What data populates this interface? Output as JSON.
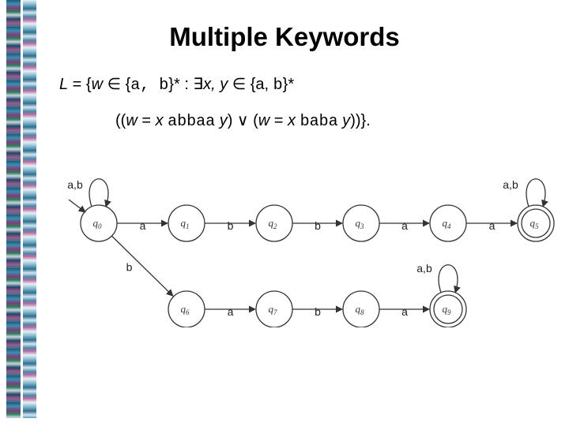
{
  "slide": {
    "title": "Multiple Keywords",
    "formula": {
      "l1_a": "L",
      "l1_b": " = {",
      "l1_c": "w",
      "l1_d": " ∈ {",
      "l1_e": "a, b",
      "l1_f": "}* : ∃",
      "l1_g": "x, y",
      "l1_h": " ∈ {a, ",
      "l1_i": "b",
      "l1_j": "}*",
      "l2_a": "((",
      "l2_b": "w",
      "l2_c": " = ",
      "l2_d": "x ",
      "l2_e": "abbaa",
      "l2_f": " y",
      "l2_g": ") ∨ (",
      "l2_h": "w",
      "l2_i": " =  ",
      "l2_j": "x ",
      "l2_k": "baba",
      "l2_l": " y",
      "l2_m": "))}."
    }
  },
  "diagram": {
    "states": [
      {
        "id": "q0",
        "name": "q",
        "sub": "0",
        "accepting": false,
        "start": true
      },
      {
        "id": "q1",
        "name": "q",
        "sub": "1",
        "accepting": false
      },
      {
        "id": "q2",
        "name": "q",
        "sub": "2",
        "accepting": false
      },
      {
        "id": "q3",
        "name": "q",
        "sub": "3",
        "accepting": false
      },
      {
        "id": "q4",
        "name": "q",
        "sub": "4",
        "accepting": false
      },
      {
        "id": "q5",
        "name": "q",
        "sub": "5",
        "accepting": true
      },
      {
        "id": "q6",
        "name": "q",
        "sub": "6",
        "accepting": false
      },
      {
        "id": "q7",
        "name": "q",
        "sub": "7",
        "accepting": false
      },
      {
        "id": "q8",
        "name": "q",
        "sub": "8",
        "accepting": false
      },
      {
        "id": "q9",
        "name": "q",
        "sub": "9",
        "accepting": true
      }
    ],
    "transitions": [
      {
        "from": "q0",
        "to": "q0",
        "label": "a,b"
      },
      {
        "from": "q0",
        "to": "q1",
        "label": "a"
      },
      {
        "from": "q1",
        "to": "q2",
        "label": "b"
      },
      {
        "from": "q2",
        "to": "q3",
        "label": "b"
      },
      {
        "from": "q3",
        "to": "q4",
        "label": "a"
      },
      {
        "from": "q4",
        "to": "q5",
        "label": "a"
      },
      {
        "from": "q5",
        "to": "q5",
        "label": "a,b"
      },
      {
        "from": "q0",
        "to": "q6",
        "label": "b"
      },
      {
        "from": "q6",
        "to": "q7",
        "label": "a"
      },
      {
        "from": "q7",
        "to": "q8",
        "label": "b"
      },
      {
        "from": "q8",
        "to": "q9",
        "label": "a"
      },
      {
        "from": "q9",
        "to": "q9",
        "label": "a,b"
      }
    ]
  }
}
